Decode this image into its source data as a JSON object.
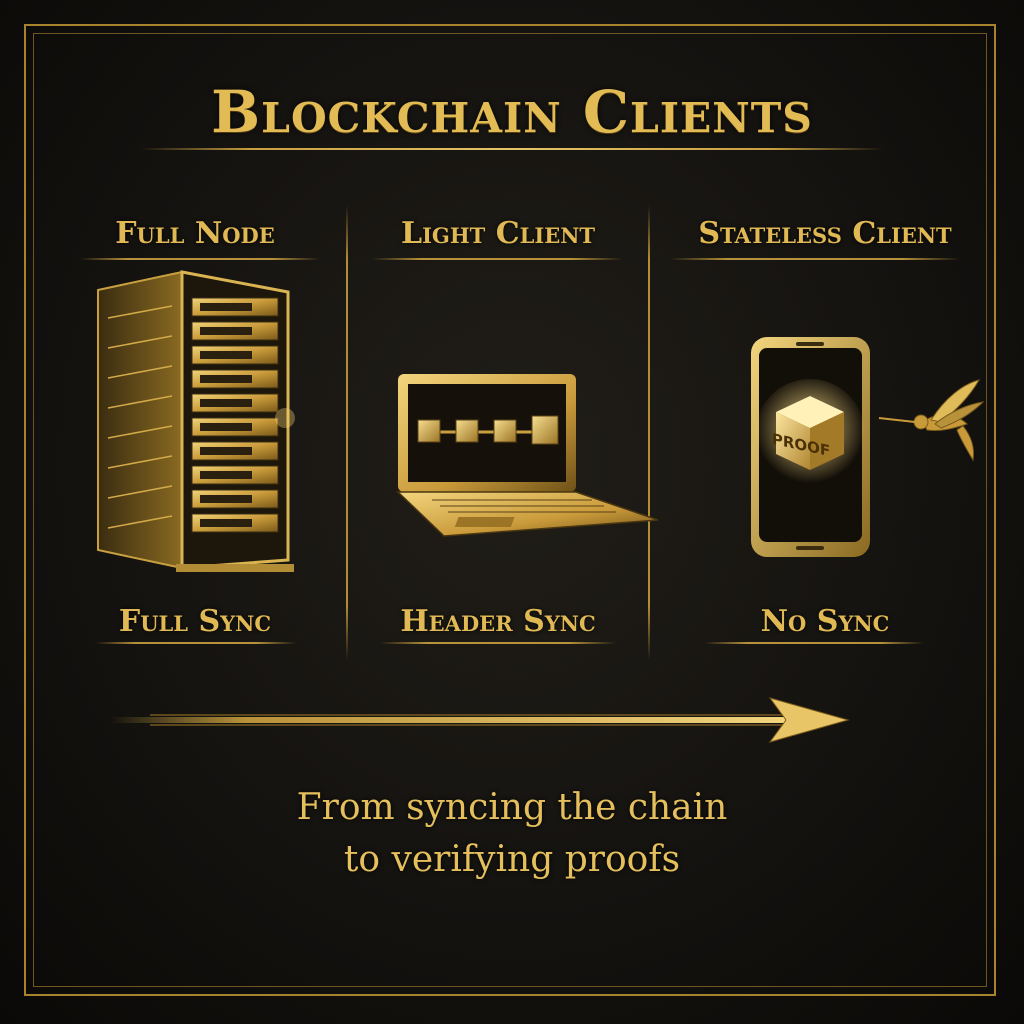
{
  "title": "Blockchain Clients",
  "columns": [
    {
      "heading": "Full Node",
      "sync": "Full Sync"
    },
    {
      "heading": "Light Client",
      "sync": "Header Sync"
    },
    {
      "heading": "Stateless Client",
      "sync": "No Sync"
    }
  ],
  "proof_label": "PROOF",
  "footer": {
    "line1": "From syncing the chain",
    "line2": "to verifying proofs"
  },
  "colors": {
    "gold": "#e0b954",
    "gold_dark": "#8a6a22",
    "background": "#141210"
  },
  "icons": [
    "server-rack-icon",
    "laptop-icon",
    "chain-blocks-icon",
    "smartphone-icon",
    "proof-cube-icon",
    "hummingbird-icon",
    "arrow-right-icon"
  ]
}
